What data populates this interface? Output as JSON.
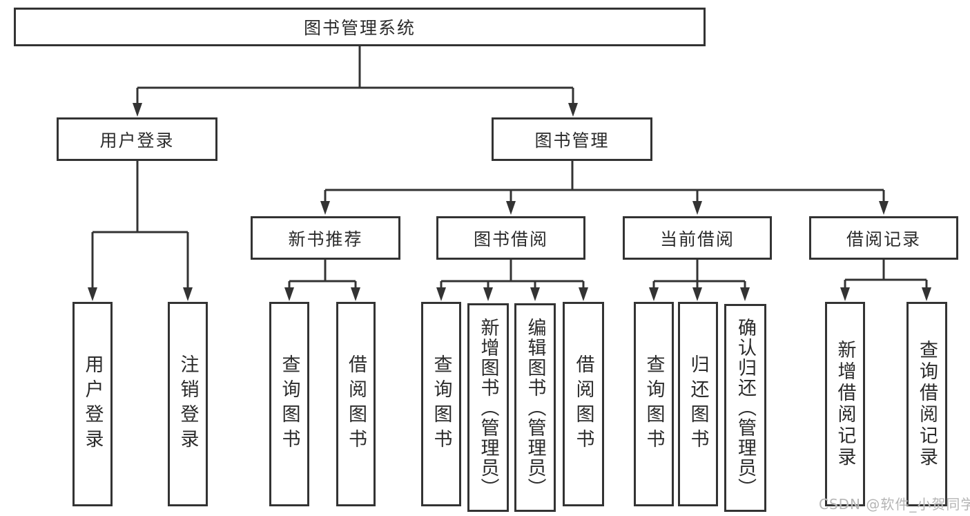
{
  "tree": {
    "root": {
      "label": "图书管理系统",
      "children": [
        {
          "label": "用户登录",
          "children": [
            {
              "label": "用户登录"
            },
            {
              "label": "注销登录"
            }
          ]
        },
        {
          "label": "图书管理",
          "children": [
            {
              "label": "新书推荐",
              "children": [
                {
                  "label": "查询图书"
                },
                {
                  "label": "借阅图书"
                }
              ]
            },
            {
              "label": "图书借阅",
              "children": [
                {
                  "label": "查询图书"
                },
                {
                  "label": "新增图书（管理员）"
                },
                {
                  "label": "编辑图书（管理员）"
                },
                {
                  "label": "借阅图书"
                }
              ]
            },
            {
              "label": "当前借阅",
              "children": [
                {
                  "label": "查询图书"
                },
                {
                  "label": "归还图书"
                },
                {
                  "label": "确认归还（管理员）"
                }
              ]
            },
            {
              "label": "借阅记录",
              "children": [
                {
                  "label": "新增借阅记录"
                },
                {
                  "label": "查询借阅记录"
                }
              ]
            }
          ]
        }
      ]
    }
  },
  "watermark": "CSDN @软件_小贺同学",
  "colors": {
    "line": "#333333",
    "border": "#333333",
    "text": "#2b2b2b",
    "watermark": "#b5b5b5",
    "background": "#ffffff"
  }
}
